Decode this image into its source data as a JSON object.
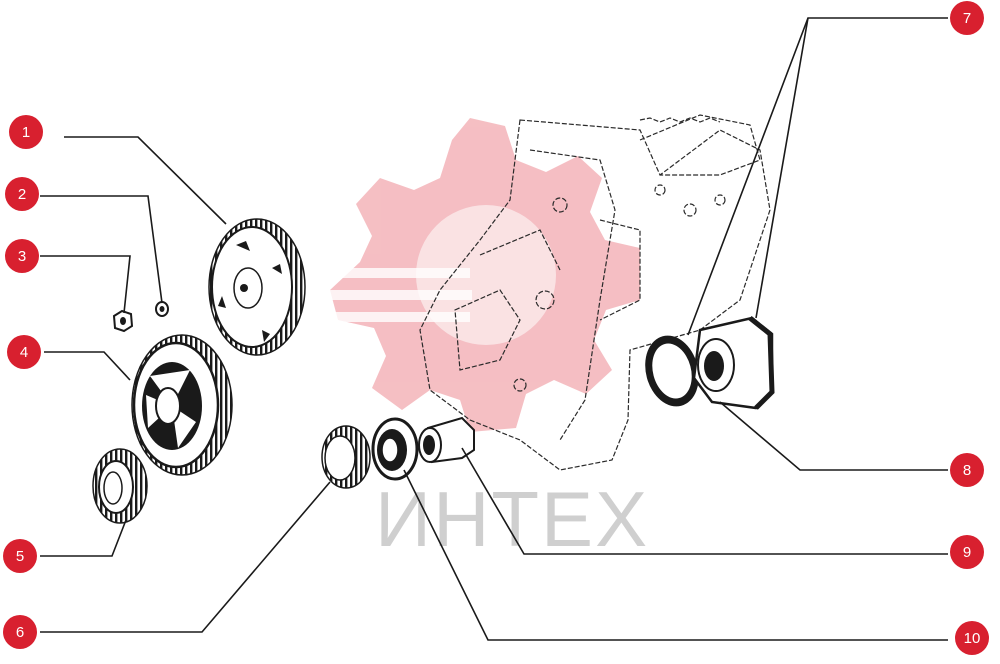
{
  "colors": {
    "badge": "#d8202f",
    "badge_text": "#ffffff",
    "line": "#1a1a1a",
    "watermark_logo": "#f4b8bd",
    "watermark_text": "#cfcfcf"
  },
  "watermark": {
    "text": "ИНТЕХ",
    "logo_icon": "gear-logo-icon"
  },
  "callouts": [
    {
      "id": "1",
      "label": "1"
    },
    {
      "id": "2",
      "label": "2"
    },
    {
      "id": "3",
      "label": "3"
    },
    {
      "id": "4",
      "label": "4"
    },
    {
      "id": "5",
      "label": "5"
    },
    {
      "id": "6",
      "label": "6"
    },
    {
      "id": "7",
      "label": "7"
    },
    {
      "id": "8",
      "label": "8"
    },
    {
      "id": "9",
      "label": "9"
    },
    {
      "id": "10",
      "label": "10"
    }
  ]
}
